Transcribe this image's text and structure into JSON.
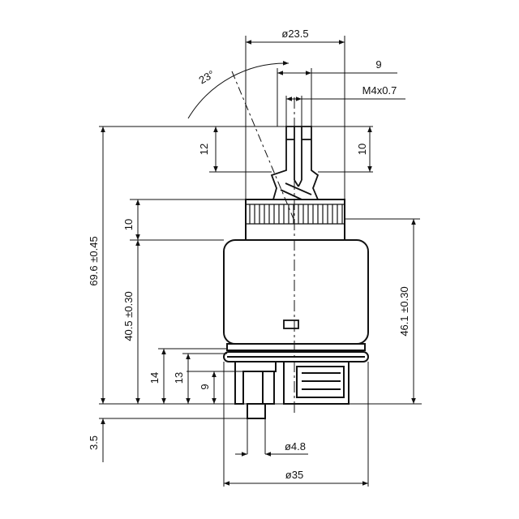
{
  "drawing": {
    "colors": {
      "line": "#111111",
      "fill": "#ffffff"
    },
    "dimensions": {
      "top_diameter": "ø23.5",
      "stem_width": "9",
      "thread": "M4x0.7",
      "angle": "23°",
      "left_12": "12",
      "right_10": "10",
      "left_10": "10",
      "total_height": "69.6 ±0.45",
      "body_height": "40.5 ±0.30",
      "right_height": "46.1 ±0.30",
      "h14": "14",
      "h13": "13",
      "h9": "9",
      "pin_length": "3.5",
      "pin_diameter": "ø4.8",
      "body_diameter": "ø35"
    }
  }
}
